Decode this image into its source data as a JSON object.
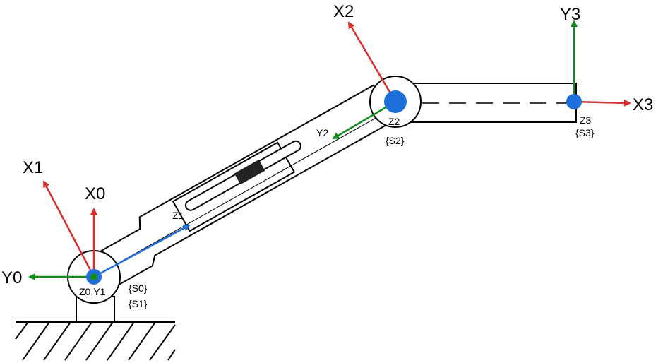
{
  "labels": {
    "x0": "X0",
    "y0": "Y0",
    "z0y1": "Z0,Y1",
    "s0": "{S0}",
    "s1": "{S1}",
    "x1": "X1",
    "z1": "Z1",
    "x2": "X2",
    "y2": "Y2",
    "z2": "Z2",
    "s2": "{S2}",
    "y3": "Y3",
    "x3": "X3",
    "z3": "Z3",
    "s3": "{S3}"
  },
  "colors": {
    "x_axis": "#d9302b",
    "y_axis": "#138a1b",
    "z_axis": "#1e6fd9",
    "joint": "#1e6fd9",
    "outline": "#000000"
  }
}
